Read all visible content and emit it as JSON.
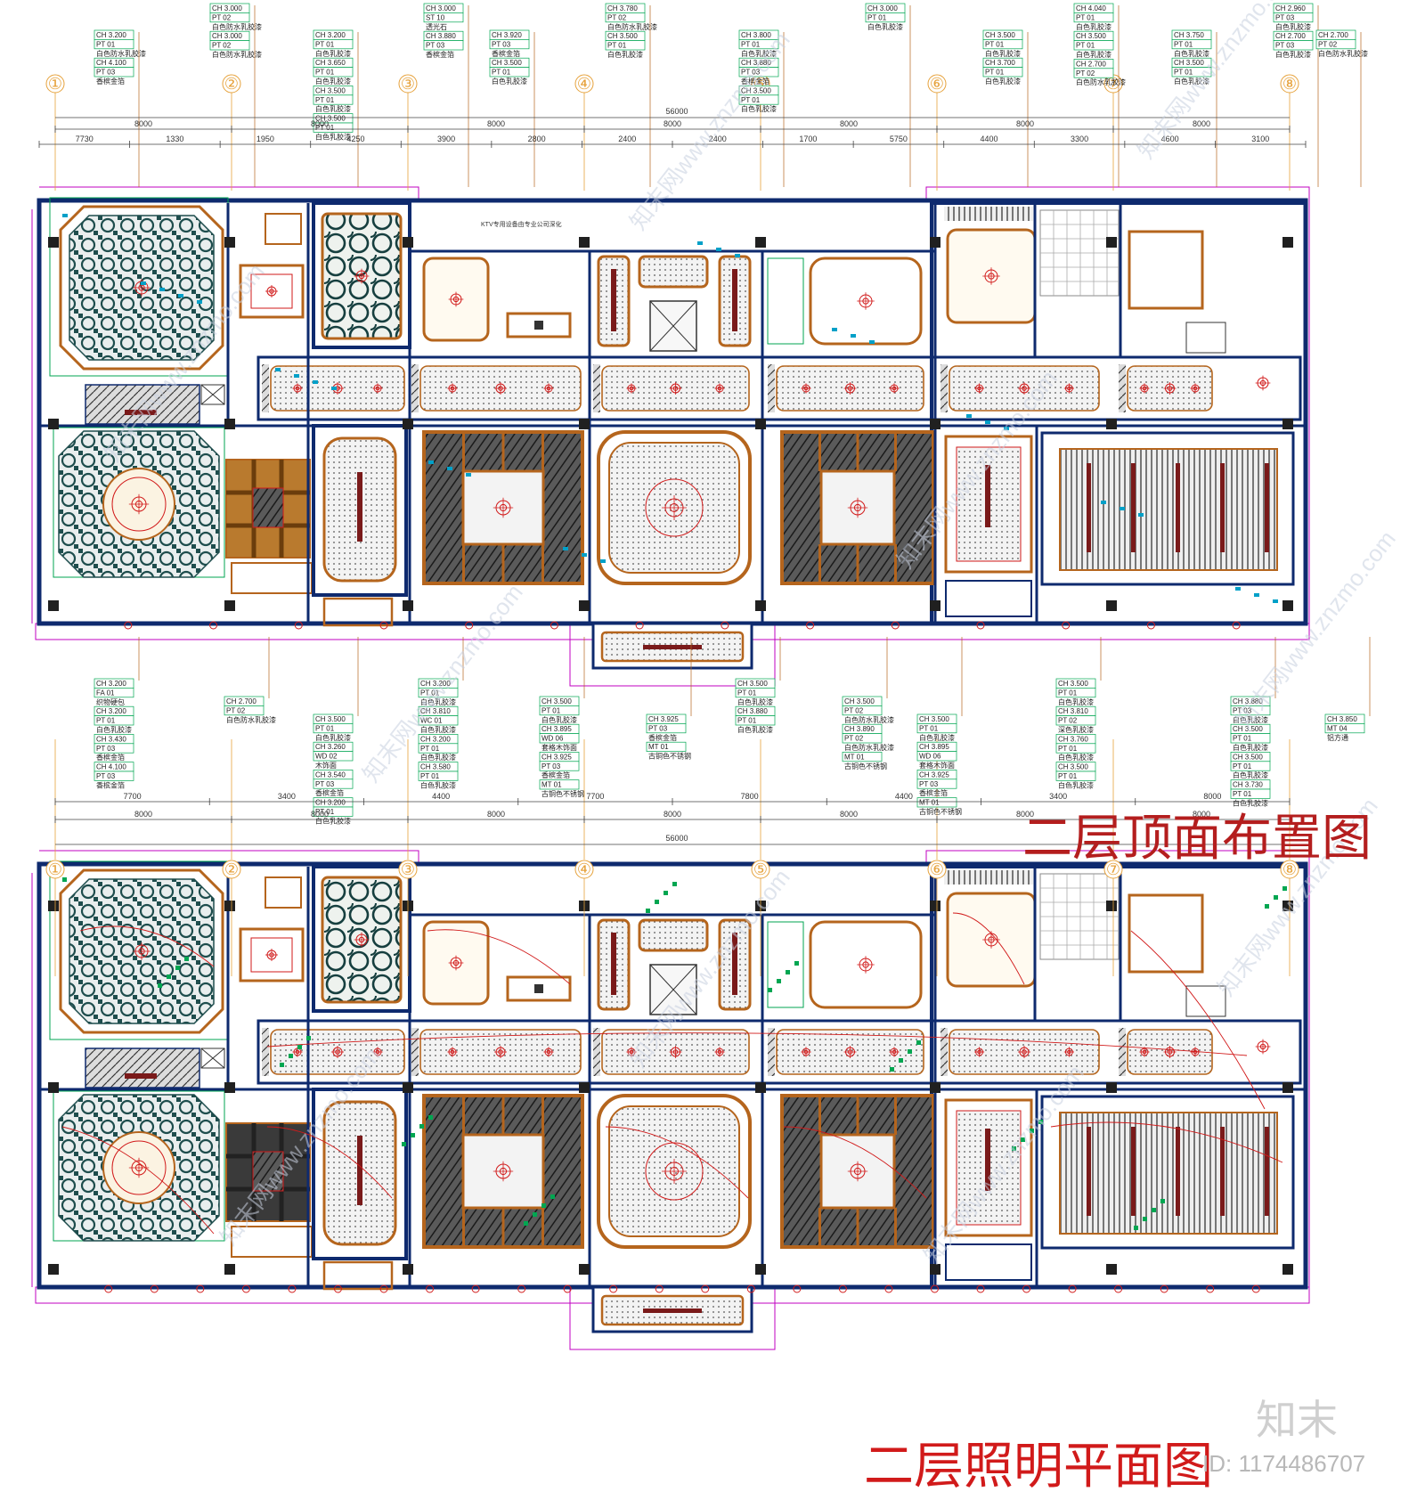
{
  "titles": {
    "ceiling_plan": "二层顶面布置图",
    "lighting_plan": "二层照明平面图"
  },
  "axes": [
    "①",
    "②",
    "③",
    "④",
    "⑤",
    "⑥",
    "⑦",
    "⑧"
  ],
  "dimensions": {
    "total": "56000",
    "top_bays": [
      "8000",
      "8000",
      "8000",
      "8000",
      "8000",
      "8000",
      "8000"
    ],
    "top_detail": [
      "7730",
      "1330",
      "1950",
      "4250",
      "3900",
      "2800",
      "2400",
      "2400",
      "1700",
      "5750",
      "4400",
      "3300",
      "4600",
      "3100"
    ],
    "bottom_detail": [
      "7700",
      "3400",
      "4400",
      "7700",
      "7800",
      "4400",
      "3400",
      "8000"
    ]
  },
  "notes": {
    "ktv": "KTV专用设备由专业公司深化"
  },
  "tags_top": [
    {
      "lines": [
        "CH 3.200",
        "PT 01",
        "白色防水乳胶漆",
        "CH 4.100",
        "PT 03",
        "香槟金箔"
      ]
    },
    {
      "lines": [
        "CH 3.000",
        "PT 02",
        "白色防水乳胶漆",
        "CH 3.000",
        "PT 02",
        "白色防水乳胶漆"
      ]
    },
    {
      "lines": [
        "CH 3.200",
        "PT 01",
        "白色乳胶漆",
        "CH 3.650",
        "PT 01",
        "白色乳胶漆",
        "CH 3.500",
        "PT 01",
        "白色乳胶漆",
        "CH 3.500",
        "PT 01",
        "白色乳胶漆"
      ]
    },
    {
      "lines": [
        "CH 3.000",
        "ST 10",
        "透光石",
        "CH 3.880",
        "PT 03",
        "香槟金箔"
      ]
    },
    {
      "lines": [
        "CH 3.920",
        "PT 03",
        "香槟金箔",
        "CH 3.500",
        "PT 01",
        "白色乳胶漆"
      ]
    },
    {
      "lines": [
        "CH 3.780",
        "PT 02",
        "白色防水乳胶漆",
        "CH 3.500",
        "PT 01",
        "白色乳胶漆"
      ]
    },
    {
      "lines": [
        "CH 3.800",
        "PT 01",
        "白色乳胶漆",
        "CH 3.880",
        "PT 03",
        "香槟金箔",
        "CH 3.500",
        "PT 01",
        "白色乳胶漆"
      ]
    },
    {
      "lines": [
        "CH 3.000",
        "PT 01",
        "白色乳胶漆"
      ]
    },
    {
      "lines": [
        "CH 3.500",
        "PT 01",
        "白色乳胶漆",
        "CH 3.700",
        "PT 01",
        "白色乳胶漆"
      ]
    },
    {
      "lines": [
        "CH 4.040",
        "PT 01",
        "白色乳胶漆",
        "CH 3.500",
        "PT 01",
        "白色乳胶漆",
        "CH 2.700",
        "PT 02",
        "白色防水乳胶漆"
      ]
    },
    {
      "lines": [
        "CH 3.750",
        "PT 01",
        "白色乳胶漆",
        "CH 3.500",
        "PT 01",
        "白色乳胶漆"
      ]
    },
    {
      "lines": [
        "CH 2.960",
        "PT 03",
        "白色乳胶漆",
        "CH 2.700",
        "PT 03",
        "白色乳胶漆"
      ]
    },
    {
      "lines": [
        "CH 2.700",
        "PT 02",
        "白色防水乳胶漆"
      ]
    }
  ],
  "tags_bottom": [
    {
      "lines": [
        "CH 3.200",
        "FA 01",
        "织物硬包",
        "CH 3.200",
        "PT 01",
        "白色乳胶漆",
        "CH 3.430",
        "PT 03",
        "香槟金箔",
        "CH 4.100",
        "PT 03",
        "香槟金箔"
      ]
    },
    {
      "lines": [
        "CH 2.700",
        "PT 02",
        "白色防水乳胶漆"
      ]
    },
    {
      "lines": [
        "CH 3.500",
        "PT 01",
        "白色乳胶漆",
        "CH 3.260",
        "WD 02",
        "木饰面",
        "CH 3.540",
        "PT 03",
        "香槟金箔",
        "CH 3.200",
        "PT 01",
        "白色乳胶漆"
      ]
    },
    {
      "lines": [
        "CH 3.200",
        "PT 01",
        "白色乳胶漆",
        "CH 3.810",
        "WC 01",
        "白色乳胶漆",
        "CH 3.200",
        "PT 01",
        "白色乳胶漆",
        "CH 3.580",
        "PT 01",
        "白色乳胶漆"
      ]
    },
    {
      "lines": [
        "CH 3.500",
        "PT 01",
        "白色乳胶漆",
        "CH 3.895",
        "WD 06",
        "套格木饰面",
        "CH 3.925",
        "PT 03",
        "香槟金箔",
        "MT 01",
        "古铜色不锈钢"
      ]
    },
    {
      "lines": [
        "CH 3.925",
        "PT 03",
        "香槟金箔",
        "MT 01",
        "古铜色不锈钢"
      ]
    },
    {
      "lines": [
        "CH 3.500",
        "PT 01",
        "白色乳胶漆",
        "CH 3.880",
        "PT 01",
        "白色乳胶漆"
      ]
    },
    {
      "lines": [
        "CH 3.500",
        "PT 02",
        "白色防水乳胶漆",
        "CH 3.890",
        "PT 02",
        "白色防水乳胶漆",
        "MT 01",
        "古铜色不锈钢"
      ]
    },
    {
      "lines": [
        "CH 3.500",
        "PT 01",
        "白色乳胶漆",
        "CH 3.895",
        "WD 06",
        "套格木饰面",
        "CH 3.925",
        "PT 03",
        "香槟金箔",
        "MT 01",
        "古铜色不锈钢"
      ]
    },
    {
      "lines": [
        "CH 3.500",
        "PT 01",
        "白色乳胶漆",
        "CH 3.810",
        "PT 02",
        "深色乳胶漆",
        "CH 3.760",
        "PT 01",
        "白色乳胶漆",
        "CH 3.500",
        "PT 01",
        "白色乳胶漆"
      ]
    },
    {
      "lines": [
        "CH 3.880",
        "PT 03",
        "白色乳胶漆",
        "CH 3.500",
        "PT 01",
        "白色乳胶漆",
        "CH 3.500",
        "PT 01",
        "白色乳胶漆",
        "CH 3.730",
        "PT 01",
        "白色乳胶漆"
      ]
    },
    {
      "lines": [
        "CH 3.850",
        "MT 04",
        "铝方通"
      ]
    }
  ],
  "watermarks": {
    "site": "www.znzmo.com",
    "site_cn": "知末网",
    "logo": "知末",
    "id": "ID: 1174486707"
  },
  "colors": {
    "title": "#b41e1e",
    "axis": "#e6a23c",
    "wall": "#0e2a6e",
    "outline": "#c000c0",
    "gold": "#b5651d",
    "light": "#d11a1a",
    "green": "#00a651",
    "cyan": "#00a0c8",
    "pattern": "#1e4d4d"
  }
}
